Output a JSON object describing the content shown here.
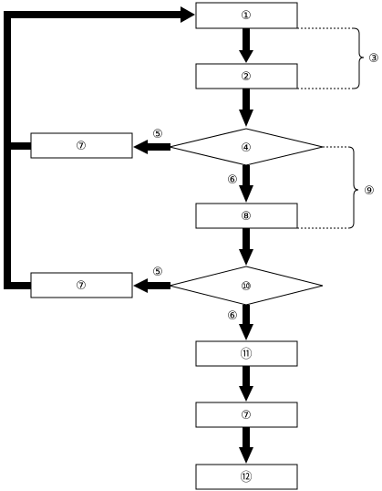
{
  "boxes": {
    "b1": "①",
    "b2": "②",
    "b7a": "⑦",
    "b8": "⑧",
    "b7b": "⑦",
    "b11": "⑪",
    "b7c": "⑦",
    "b12": "⑫"
  },
  "diamonds": {
    "d4": "④",
    "d10": "⑩"
  },
  "labels": {
    "brace3": "③",
    "brace9": "⑨",
    "no_a": "⑤",
    "no_b": "⑤",
    "yes_a": "⑥",
    "yes_b": "⑥"
  }
}
